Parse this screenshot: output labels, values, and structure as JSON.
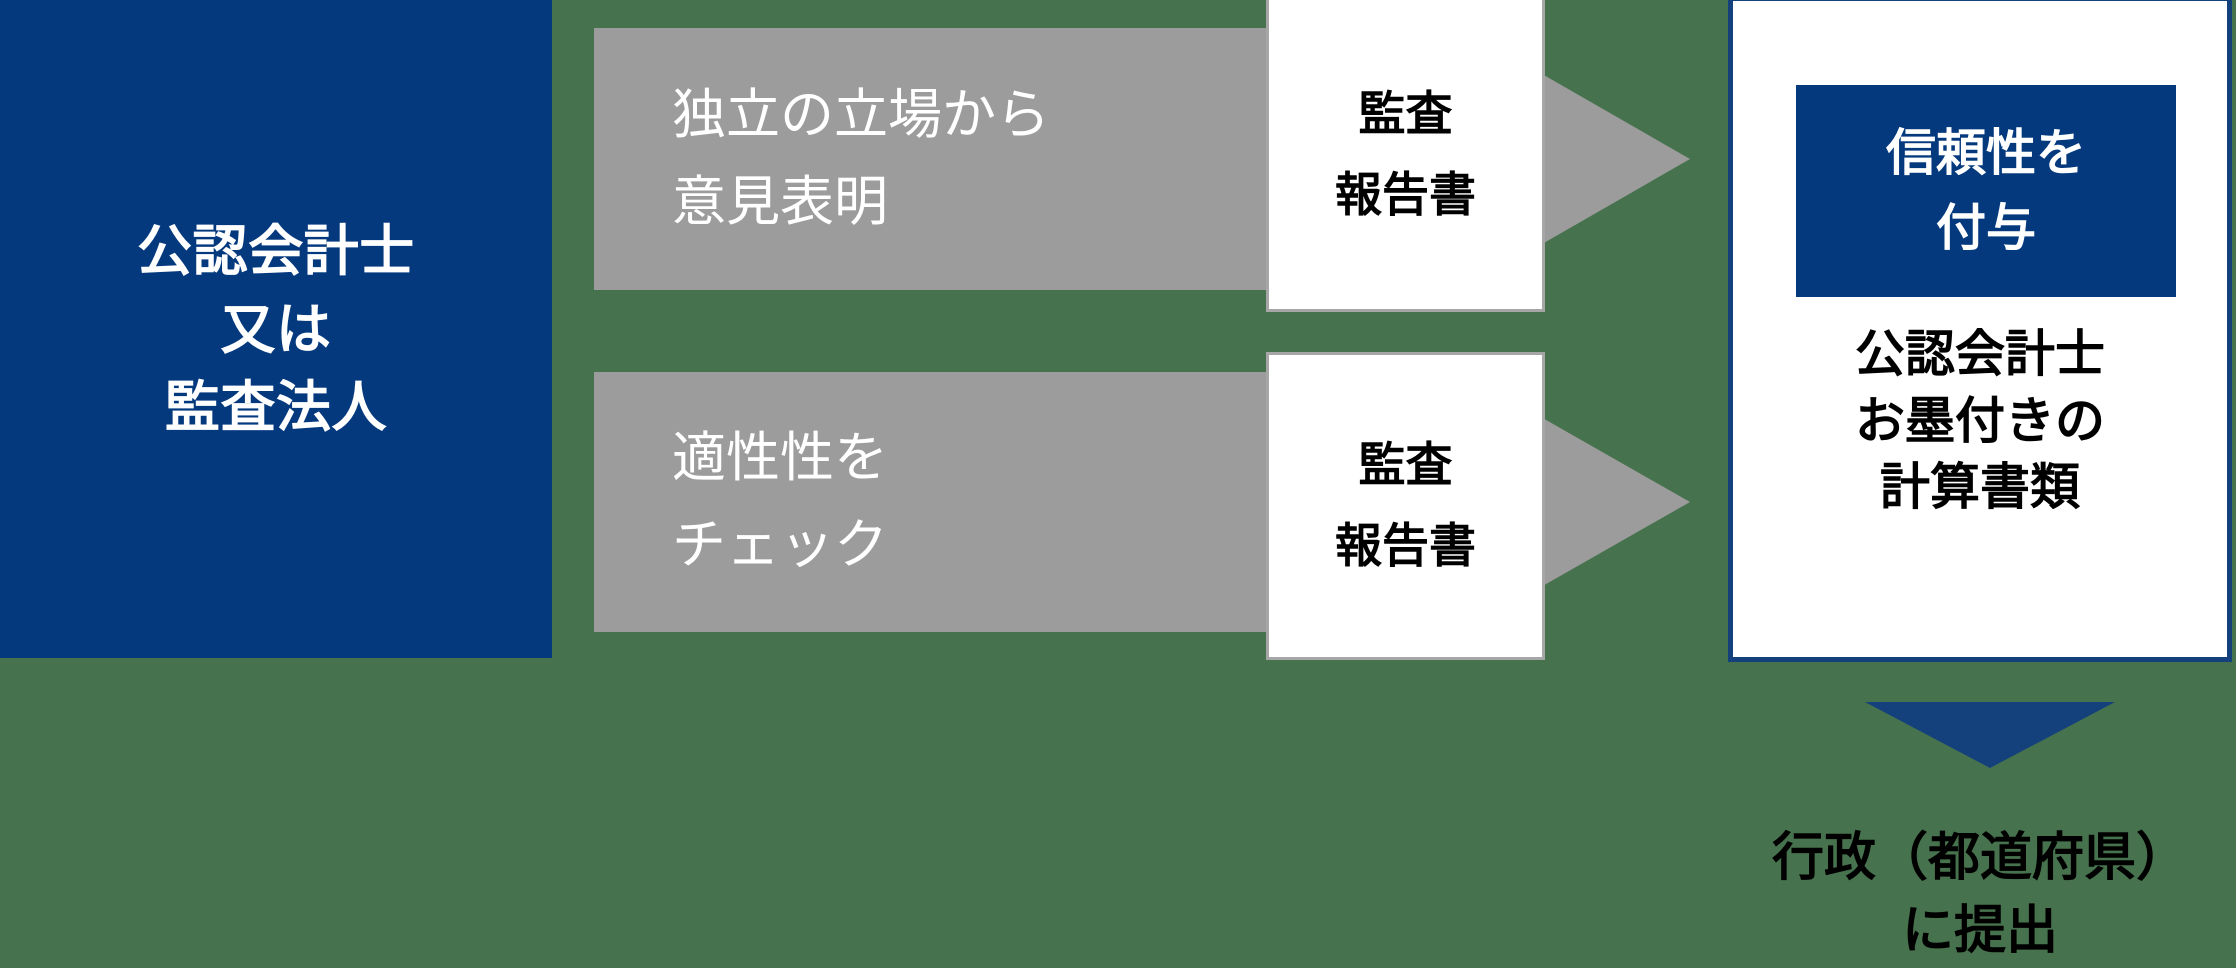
{
  "colors": {
    "background_green": "#47724E",
    "brand_blue": "#04397E",
    "border_blue": "#14417C",
    "arrow_gray": "#9C9C9C",
    "card_white": "#FFFFFF",
    "card_border_gray": "#A6A6A6",
    "text_black": "#000000",
    "text_white": "#FFFFFF"
  },
  "actor": {
    "lines": [
      "公認会計士",
      "又は",
      "監査法人"
    ]
  },
  "flows": [
    {
      "id": "flow-opinion",
      "arrow_lines": [
        "独立の立場から",
        "意見表明"
      ],
      "report_lines": [
        "監査",
        "報告書"
      ]
    },
    {
      "id": "flow-check",
      "arrow_lines": [
        "適性性を",
        "チェック"
      ],
      "report_lines": [
        "監査",
        "報告書"
      ]
    }
  ],
  "result": {
    "badge_lines": [
      "信頼性を",
      "付与"
    ],
    "body_lines": [
      "公認会計士",
      "お墨付きの",
      "計算書類"
    ]
  },
  "submission": {
    "caption_lines": [
      "行政（都道府県）",
      "に提出"
    ]
  }
}
